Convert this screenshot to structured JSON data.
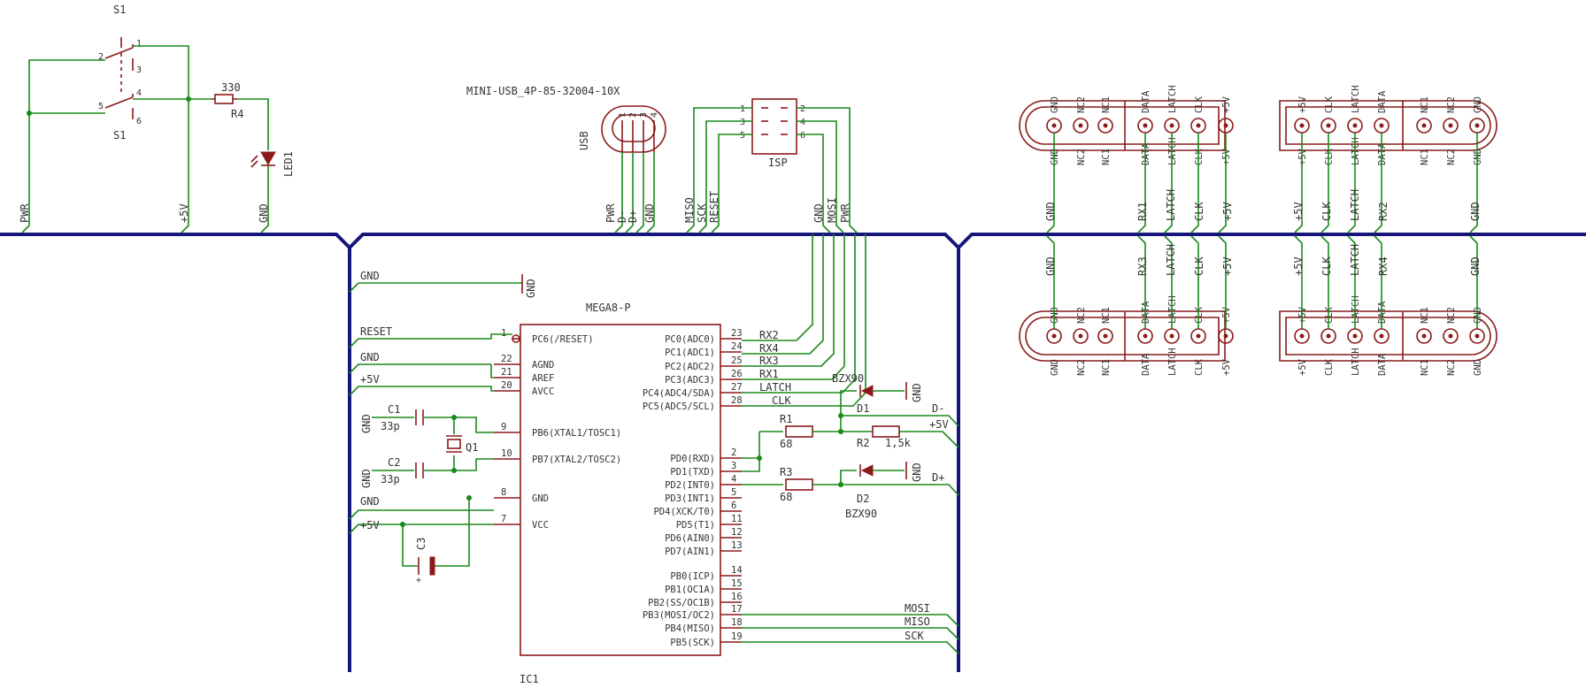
{
  "components": {
    "s1": {
      "name": "S1",
      "pins": [
        "2",
        "1",
        "3",
        "5",
        "4",
        "6"
      ]
    },
    "r4": {
      "name": "R4",
      "value": "330"
    },
    "led1": {
      "name": "LED1"
    },
    "usb": {
      "name": "USB",
      "part": "MINI-USB_4P-85-32004-10X",
      "pins": [
        "1",
        "2",
        "3",
        "4"
      ]
    },
    "isp": {
      "name": "ISP",
      "pins": [
        "1",
        "2",
        "3",
        "4",
        "5",
        "6"
      ]
    },
    "ic1": {
      "name": "IC1",
      "value": "MEGA8-P",
      "left_pins": [
        {
          "num": "1",
          "label": "PC6(/RESET)"
        },
        {
          "num": "22",
          "label": "AGND"
        },
        {
          "num": "21",
          "label": "AREF"
        },
        {
          "num": "20",
          "label": "AVCC"
        },
        {
          "num": "9",
          "label": "PB6(XTAL1/TOSC1)"
        },
        {
          "num": "10",
          "label": "PB7(XTAL2/TOSC2)"
        },
        {
          "num": "8",
          "label": "GND"
        },
        {
          "num": "7",
          "label": "VCC"
        }
      ],
      "right_pins": [
        {
          "num": "23",
          "label": "PC0(ADC0)"
        },
        {
          "num": "24",
          "label": "PC1(ADC1)"
        },
        {
          "num": "25",
          "label": "PC2(ADC2)"
        },
        {
          "num": "26",
          "label": "PC3(ADC3)"
        },
        {
          "num": "27",
          "label": "PC4(ADC4/SDA)"
        },
        {
          "num": "28",
          "label": "PC5(ADC5/SCL)"
        },
        {
          "num": "2",
          "label": "PD0(RXD)"
        },
        {
          "num": "3",
          "label": "PD1(TXD)"
        },
        {
          "num": "4",
          "label": "PD2(INT0)"
        },
        {
          "num": "5",
          "label": "PD3(INT1)"
        },
        {
          "num": "6",
          "label": "PD4(XCK/T0)"
        },
        {
          "num": "11",
          "label": "PD5(T1)"
        },
        {
          "num": "12",
          "label": "PD6(AIN0)"
        },
        {
          "num": "13",
          "label": "PD7(AIN1)"
        },
        {
          "num": "14",
          "label": "PB0(ICP)"
        },
        {
          "num": "15",
          "label": "PB1(OC1A)"
        },
        {
          "num": "16",
          "label": "PB2(SS/OC1B)"
        },
        {
          "num": "17",
          "label": "PB3(MOSI/OC2)"
        },
        {
          "num": "18",
          "label": "PB4(MISO)"
        },
        {
          "num": "19",
          "label": "PB5(SCK)"
        }
      ]
    },
    "c1": {
      "name": "C1",
      "value": "33p"
    },
    "c2": {
      "name": "C2",
      "value": "33p"
    },
    "c3": {
      "name": "C3"
    },
    "q1": {
      "name": "Q1"
    },
    "r1": {
      "name": "R1",
      "value": "68"
    },
    "r2": {
      "name": "R2",
      "value": "1,5k"
    },
    "r3": {
      "name": "R3",
      "value": "68"
    },
    "d1": {
      "name": "D1",
      "value": "BZX90"
    },
    "d2": {
      "name": "D2",
      "value": "BZX90"
    }
  },
  "nets": {
    "gnd": "GND",
    "pwr": "PWR",
    "v5": "+5V",
    "reset": "RESET",
    "miso": "MISO",
    "mosi": "MOSI",
    "sck": "SCK",
    "dminus": "D-",
    "dplus": "D+",
    "rx1": "RX1",
    "rx2": "RX2",
    "rx3": "RX3",
    "rx4": "RX4",
    "latch": "LATCH",
    "clk": "CLK"
  },
  "usb_pin_nets": [
    "PWR",
    "D-",
    "D+",
    "GND"
  ],
  "connectors": {
    "c1": [
      "GND",
      "NC2",
      "NC1",
      "DATA",
      "LATCH",
      "CLK",
      "+5V"
    ],
    "c2": [
      "+5V",
      "CLK",
      "LATCH",
      "DATA",
      "NC1",
      "NC2",
      "GND"
    ],
    "c3": [
      "GND",
      "NC2",
      "NC1",
      "DATA",
      "LATCH",
      "CLK",
      "+5V"
    ],
    "c4": [
      "+5V",
      "CLK",
      "LATCH",
      "DATA",
      "NC1",
      "NC2",
      "GND"
    ]
  }
}
